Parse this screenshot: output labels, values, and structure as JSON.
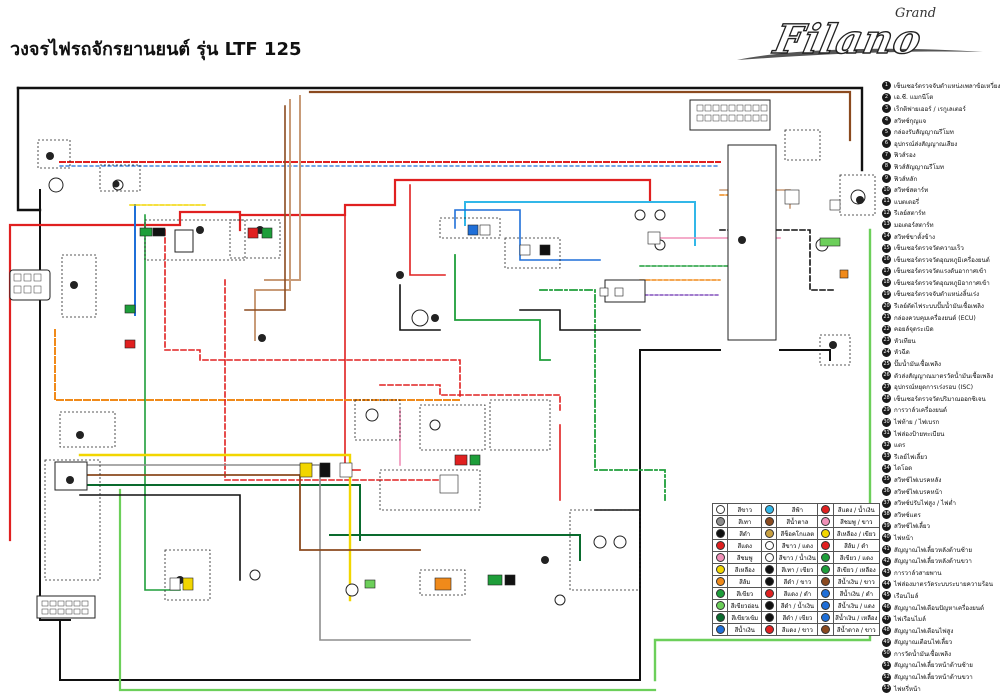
{
  "title": "วงจรไฟรถจักรยานยนต์ รุ่น LTF 125",
  "logo": {
    "grand": "Grand",
    "filano": "Filano"
  },
  "colors": {
    "red": "#e02020",
    "blue": "#1f6fd8",
    "green": "#1e9e3a",
    "darkgreen": "#0a6b2e",
    "brown": "#8b4a1f",
    "black": "#111111",
    "yellow": "#f2d600",
    "pink": "#f090b8",
    "orange": "#f08a1a",
    "lightgreen": "#6ccf5a",
    "sky": "#32b7e8",
    "gray": "#8d8d8d",
    "tan": "#c89b78",
    "purple": "#6a2fb0"
  },
  "legend": [
    "เซ็นเซอร์ตรวจจับตำแหน่งเพลาข้อเหวี่ยง",
    "เอ.ซี. แมกนีโต",
    "เร็กติฟายเออร์ / เรกูเลเตอร์",
    "สวิทซ์กุญแจ",
    "กล่องรับสัญญาณรีโมท",
    "อุปกรณ์ส่งสัญญาณเสียง",
    "ฟิวส์รอง",
    "ฟิวส์สัญญาณรีโมท",
    "ฟิวส์หลัก",
    "สวิทซ์สตาร์ท",
    "แบตเตอรี่",
    "รีเลย์สตาร์ท",
    "มอเตอร์สตาร์ท",
    "สวิทซ์ขาตั้งข้าง",
    "เซ็นเซอร์ตรวจวัดความเร็ว",
    "เซ็นเซอร์ตรวจวัดอุณหภูมิเครื่องยนต์",
    "เซ็นเซอร์ตรวจวัดแรงดันอากาศเข้า",
    "เซ็นเซอร์ตรวจวัดอุณหภูมิอากาศเข้า",
    "เซ็นเซอร์ตรวจจับตำแหน่งลิ้นเร่ง",
    "รีเลย์ตัดไฟระบบปั๊มน้ำมันเชื้อเพลิง",
    "กล่องควบคุมเครื่องยนต์ (ECU)",
    "คอยล์จุดระเบิด",
    "หัวเทียน",
    "หัวฉีด",
    "ปั๊มน้ำมันเชื้อเพลิง",
    "ตัวส่งสัญญาณมาตรวัดน้ำมันเชื้อเพลิง",
    "อุปกรณ์หยุดการเร่งรอบ (ISC)",
    "เซ็นเซอร์ตรวจวัดปริมาณออกซิเจน",
    "การวาล์วเครื่องยนต์",
    "ไฟท้าย / ไฟเบรก",
    "ไฟส่องป้ายทะเบียน",
    "แตร",
    "รีเลย์ไฟเลี้ยว",
    "ไดโอด",
    "สวิทซ์ไฟเบรคหลัง",
    "สวิทซ์ไฟเบรคหน้า",
    "สวิทซ์ปรับไฟสูง / ไฟต่ำ",
    "สวิทซ์แตร",
    "สวิทซ์ไฟเลี้ยว",
    "ไฟหน้า",
    "สัญญาณไฟเลี้ยวหลังด้านซ้าย",
    "สัญญาณไฟเลี้ยวหลังด้านขวา",
    "การวาล์วสายพาน",
    "ไฟส่องมาตรวัดระบบระบายความร้อน",
    "เรือนไมล์",
    "สัญญาณไฟเตือนปัญหาเครื่องยนต์",
    "ไฟเรือนไมล์",
    "สัญญาณไฟเตือนไฟสูง",
    "สัญญาณเตือนไฟเลี้ยว",
    "การวัดน้ำมันเชื้อเพลิง",
    "สัญญาณไฟเลี้ยวหน้าด้านซ้าย",
    "สัญญาณไฟเลี้ยวหน้าด้านขวา",
    "ไฟหรี่หน้า"
  ],
  "color_key": [
    [
      {
        "c": "#ffffff",
        "n": "สีขาว"
      },
      {
        "c": "#32b7e8",
        "n": "สีฟ้า"
      },
      {
        "c": "#e02020",
        "n": "สีแดง / น้ำเงิน"
      }
    ],
    [
      {
        "c": "#8d8d8d",
        "n": "สีเทา"
      },
      {
        "c": "#8b4a1f",
        "n": "สีน้ำตาล"
      },
      {
        "c": "#f090b8",
        "n": "สีชมพู / ขาว"
      }
    ],
    [
      {
        "c": "#111111",
        "n": "สีดำ"
      },
      {
        "c": "#c8a040",
        "n": "สีช็อคโกแลต"
      },
      {
        "c": "#f2d600",
        "n": "สีเหลือง / เขียว"
      }
    ],
    [
      {
        "c": "#e02020",
        "n": "สีแดง"
      },
      {
        "c": "#ffffff",
        "n": "สีขาว / แดง"
      },
      {
        "c": "#e02020",
        "n": "สีส้ม / ดำ"
      }
    ],
    [
      {
        "c": "#f090b8",
        "n": "สีชมพู"
      },
      {
        "c": "#ffffff",
        "n": "สีขาว / น้ำเงิน"
      },
      {
        "c": "#1e9e3a",
        "n": "สีเขียว / แดง"
      }
    ],
    [
      {
        "c": "#f2d600",
        "n": "สีเหลือง"
      },
      {
        "c": "#111111",
        "n": "สีเทา / เขียว"
      },
      {
        "c": "#1e9e3a",
        "n": "สีเขียว / เหลือง"
      }
    ],
    [
      {
        "c": "#f08a1a",
        "n": "สีส้ม"
      },
      {
        "c": "#111111",
        "n": "สีดำ / ขาว"
      },
      {
        "c": "#8b4a1f",
        "n": "สีน้ำเงิน / ขาว"
      }
    ],
    [
      {
        "c": "#1e9e3a",
        "n": "สีเขียว"
      },
      {
        "c": "#e02020",
        "n": "สีแดง / ดำ"
      },
      {
        "c": "#1f6fd8",
        "n": "สีน้ำเงิน / ดำ"
      }
    ],
    [
      {
        "c": "#6ccf5a",
        "n": "สีเขียวอ่อน"
      },
      {
        "c": "#111111",
        "n": "สีดำ / น้ำเงิน"
      },
      {
        "c": "#1f6fd8",
        "n": "สีน้ำเงิน / แดง"
      }
    ],
    [
      {
        "c": "#0a6b2e",
        "n": "สีเขียวเข้ม"
      },
      {
        "c": "#111111",
        "n": "สีดำ / เขียว"
      },
      {
        "c": "#1f6fd8",
        "n": "สีน้ำเงิน / เหลือง"
      }
    ],
    [
      {
        "c": "#1f6fd8",
        "n": "สีน้ำเงิน"
      },
      {
        "c": "#e02020",
        "n": "สีแดง / ขาว"
      },
      {
        "c": "#8b4a1f",
        "n": "สีน้ำตาล / ขาว"
      }
    ]
  ]
}
